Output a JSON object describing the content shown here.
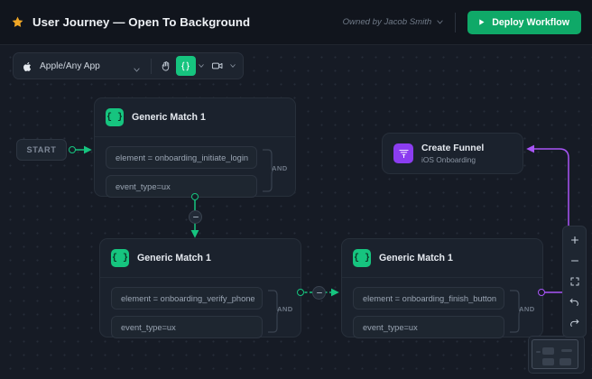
{
  "header": {
    "star_icon": "star-icon",
    "title": "User Journey — Open To Background",
    "owner_label": "Owned by Jacob Smith",
    "owner_chevron_icon": "chevron-down-icon",
    "deploy_label": "Deploy Workflow",
    "deploy_play_icon": "play-icon",
    "deploy_color": "#0fa968"
  },
  "toolbar": {
    "apple_icon": "apple-icon",
    "app_label": "Apple/Any App",
    "app_chevron_icon": "chevron-down-icon",
    "hand_icon": "hand-icon",
    "code_icon": "code-braces-icon",
    "code_chevron_icon": "chevron-down-icon",
    "video_icon": "video-camera-icon",
    "video_chevron_icon": "chevron-down-icon",
    "active_color": "#16c47f"
  },
  "canvas": {
    "start_label": "START",
    "and_label": "AND",
    "edge_green_color": "#16c47f",
    "edge_purple_color": "#a855f7"
  },
  "nodes": [
    {
      "id": "match-1",
      "title": "Generic Match 1",
      "badge_icon": "code-braces-icon",
      "badge_glyph": "{ }",
      "conditions": [
        "element = onboarding_initiate_login",
        "event_type=ux"
      ],
      "operator": "AND"
    },
    {
      "id": "match-2",
      "title": "Generic Match 1",
      "badge_icon": "code-braces-icon",
      "badge_glyph": "{ }",
      "conditions": [
        "element = onboarding_verify_phone",
        "event_type=ux"
      ],
      "operator": "AND"
    },
    {
      "id": "match-3",
      "title": "Generic Match 1",
      "badge_icon": "code-braces-icon",
      "badge_glyph": "{ }",
      "conditions": [
        "element = onboarding_finish_button",
        "event_type=ux"
      ],
      "operator": "AND"
    }
  ],
  "funnel_node": {
    "title": "Create Funnel",
    "subtitle": "iOS Onboarding",
    "badge_icon": "funnel-icon",
    "badge_color": "#8b3df0"
  },
  "zoom_controls": [
    {
      "name": "zoom-in-button",
      "icon": "plus-icon"
    },
    {
      "name": "zoom-out-button",
      "icon": "minus-icon"
    },
    {
      "name": "fit-view-button",
      "icon": "fit-screen-icon"
    },
    {
      "name": "undo-button",
      "icon": "undo-arrow-icon"
    },
    {
      "name": "redo-button",
      "icon": "redo-arrow-icon"
    }
  ],
  "minimap": {
    "name": "minimap"
  }
}
